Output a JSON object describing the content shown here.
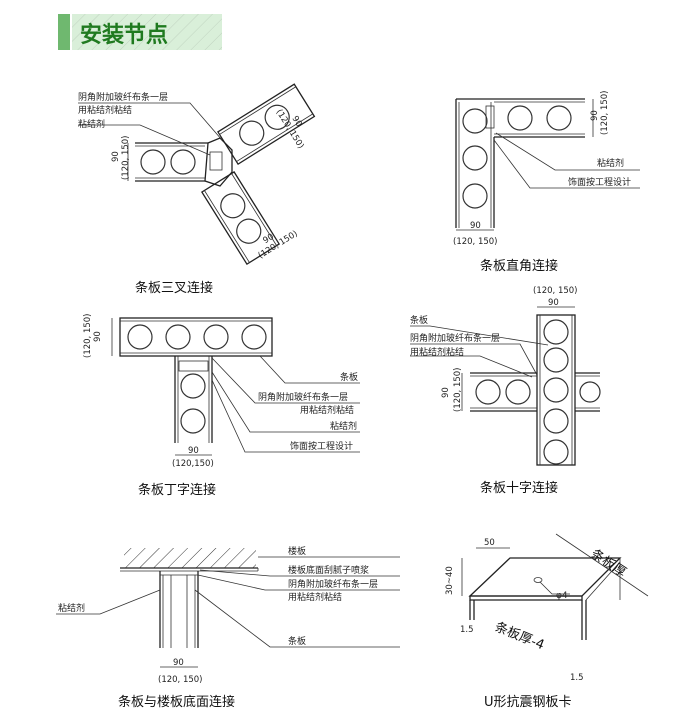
{
  "header": {
    "title": "安装节点"
  },
  "accent_color": "#1f7a1f",
  "panels": {
    "three_way": {
      "caption": "条板三叉连接",
      "label_fiber": "阴角附加玻纤布条一层",
      "label_adhesive_bond": "用粘结剂粘结",
      "label_adhesive": "粘结剂",
      "dim_top": "90",
      "dim_top_alt": "(120, 150)",
      "dim_left": "90",
      "dim_left_alt": "(120, 150)",
      "dim_bottom": "90",
      "dim_bottom_alt": "(120, 150)"
    },
    "right_angle": {
      "caption": "条板直角连接",
      "label_adhesive": "粘结剂",
      "label_finish": "饰面按工程设计",
      "dim_right": "90",
      "dim_right_alt": "(120, 150)",
      "dim_bottom": "90",
      "dim_bottom_alt": "(120, 150)"
    },
    "t_joint": {
      "caption": "条板丁字连接",
      "label_board": "条板",
      "label_fiber": "阴角附加玻纤布条一层",
      "label_adhesive_bond": "用粘结剂粘结",
      "label_adhesive": "粘结剂",
      "label_finish": "饰面按工程设计",
      "dim_left": "90",
      "dim_left_alt": "(120, 150)",
      "dim_bottom": "90",
      "dim_bottom_alt": "(120,150)"
    },
    "cross": {
      "caption": "条板十字连接",
      "label_board": "条板",
      "label_fiber": "阴角附加玻纤布条一层",
      "label_adhesive_bond": "用粘结剂粘结",
      "dim_top": "90",
      "dim_top_alt": "(120, 150)",
      "dim_left": "90",
      "dim_left_alt": "(120, 150)"
    },
    "floor": {
      "caption": "条板与楼板底面连接",
      "label_floor": "楼板",
      "label_putty": "楼板底面刮腻子喷浆",
      "label_fiber": "阴角附加玻纤布条一层",
      "label_adhesive_bond": "用粘结剂粘结",
      "label_adhesive": "粘结剂",
      "label_board": "条板",
      "dim_bottom": "90",
      "dim_bottom_alt": "(120, 150)"
    },
    "u_clip": {
      "caption": "U形抗震钢板卡",
      "dim_50": "50",
      "dim_height": "30~40",
      "dim_t1": "1.5",
      "dim_t2": "1.5",
      "hole": "φ4",
      "label_thickness": "条板厚",
      "label_thickness_minus": "条板厚-4"
    }
  }
}
